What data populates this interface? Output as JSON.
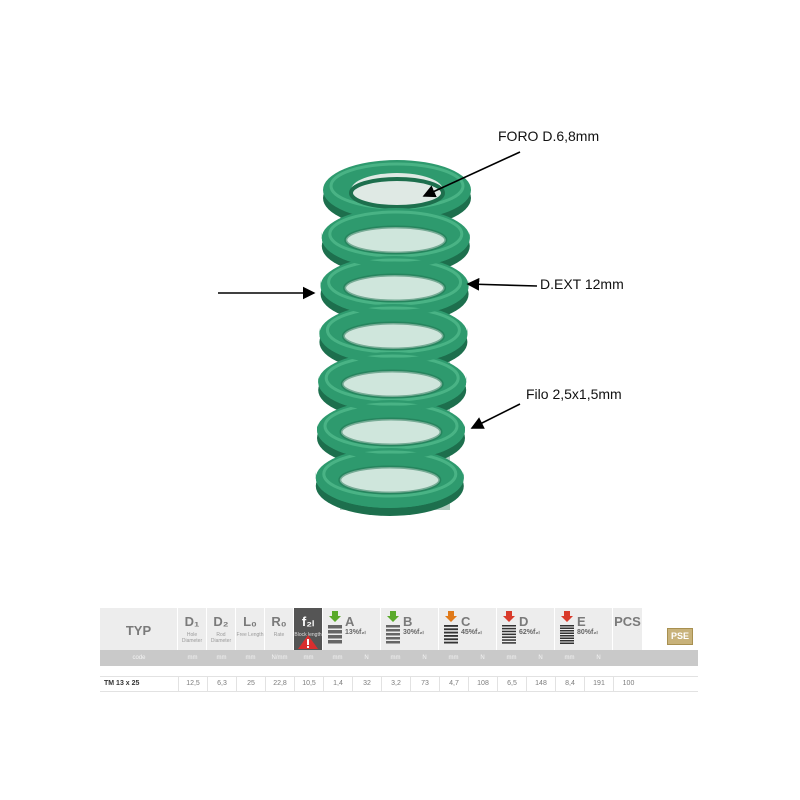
{
  "callouts": {
    "foro": "FORO D.6,8mm",
    "dext": "D.EXT 12mm",
    "filo": "Filo 2,5x1,5mm"
  },
  "colors": {
    "spring": "#2e9a6e",
    "spring_light": "#5cc495",
    "spring_dark": "#1d6f4d",
    "fbl_warning": "#d92e2e",
    "arrow_green": "#5aaa2a",
    "arrow_orange": "#e07a1a",
    "arrow_red": "#d93b2b"
  },
  "table": {
    "typ_label": "TYP",
    "headers": [
      {
        "sym": "D₁",
        "sub": "Hole Diameter"
      },
      {
        "sym": "D₂",
        "sub": "Rod Diameter"
      },
      {
        "sym": "L₀",
        "sub": "Free Length"
      },
      {
        "sym": "R₀",
        "sub": "Rate"
      },
      {
        "sym": "f₂ₗ",
        "sub": "Block length"
      },
      {
        "sym": "A",
        "pct": "13%f₂ₗ"
      },
      {
        "sym": "B",
        "pct": "30%f₂ₗ"
      },
      {
        "sym": "C",
        "pct": "45%f₂ₗ"
      },
      {
        "sym": "D",
        "pct": "62%f₂ₗ"
      },
      {
        "sym": "E",
        "pct": "80%f₂ₗ"
      }
    ],
    "pcs_label": "PCS",
    "pse_label": "PSE",
    "code_label": "code",
    "units": [
      "mm",
      "mm",
      "mm",
      "N/mm",
      "mm",
      "mm",
      "N",
      "mm",
      "N",
      "mm",
      "N",
      "mm",
      "N",
      "mm",
      "N"
    ],
    "row": {
      "code": "TM 13 x 25",
      "values": [
        "12,5",
        "6,3",
        "25",
        "22,8",
        "10,5",
        "1,4",
        "32",
        "3,2",
        "73",
        "4,7",
        "108",
        "6,5",
        "148",
        "8,4",
        "191",
        "100"
      ]
    }
  }
}
